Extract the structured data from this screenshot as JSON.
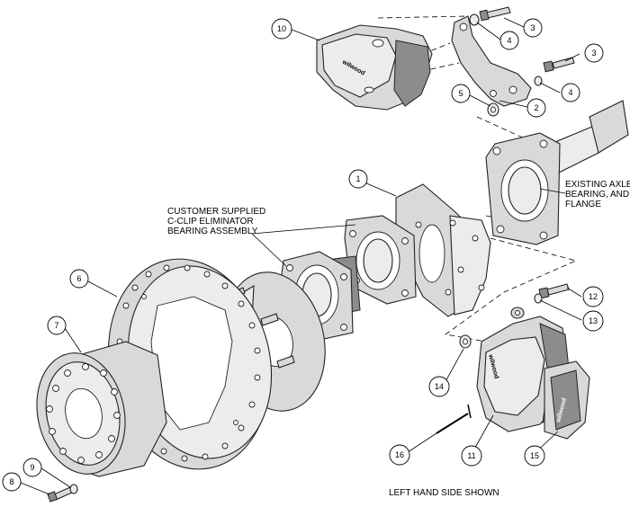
{
  "labels": {
    "customer_supplied": [
      "CUSTOMER SUPPLIED",
      "C-CLIP ELIMINATOR",
      "BEARING ASSEMBLY"
    ],
    "existing_axle": [
      "EXISTING AXLE,",
      "BEARING, AND",
      "FLANGE"
    ],
    "left_hand": "LEFT HAND SIDE SHOWN"
  },
  "callouts": {
    "c1": "1",
    "c2": "2",
    "c3a": "3",
    "c3b": "3",
    "c4a": "4",
    "c4b": "4",
    "c5": "5",
    "c6": "6",
    "c7": "7",
    "c8": "8",
    "c9": "9",
    "c10": "10",
    "c11": "11",
    "c12": "12",
    "c13": "13",
    "c14": "14",
    "c15": "15",
    "c16": "16"
  }
}
